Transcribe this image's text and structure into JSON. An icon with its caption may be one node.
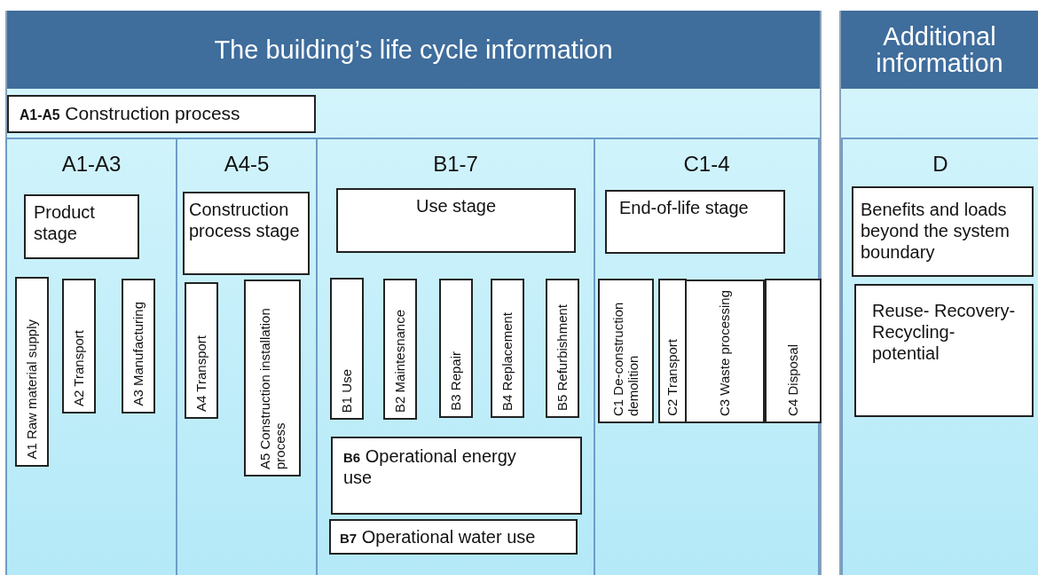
{
  "diagram": {
    "title": "The building’s life cycle information",
    "nodes": [
      {
        "text": [
          "**A1-A5** Construction process"
        ]
      },
      {
        "text": [
          "A1-A3"
        ]
      },
      {
        "text": [
          "Product stage"
        ],
        "in": 1
      },
      {
        "text": [
          "A1 Raw material supply"
        ],
        "in": 1
      },
      {
        "text": [
          "A2 Transport"
        ],
        "in": 1
      },
      {
        "text": [
          "A3 Manufacturing"
        ],
        "in": 1
      },
      {
        "text": [
          "A4-5"
        ]
      },
      {
        "text": [
          "Construction process stage"
        ],
        "in": 6
      },
      {
        "text": [
          "A4 Transport"
        ],
        "in": 6
      },
      {
        "text": [
          "A5 Construction installation process"
        ],
        "in": 6
      },
      {
        "text": [
          "B1-7"
        ]
      },
      {
        "text": [
          "Use stage"
        ],
        "in": 10
      },
      {
        "text": [
          "B1 Use"
        ],
        "in": 10
      },
      {
        "text": [
          "B2 Maintesnance"
        ],
        "in": 10
      },
      {
        "text": [
          "B3 Repair"
        ],
        "in": 10
      },
      {
        "text": [
          "B4 Replacement"
        ],
        "in": 10
      },
      {
        "text": [
          "B5 Refurbishment"
        ],
        "in": 10
      },
      {
        "text": [
          "**B6** Operational energy use"
        ],
        "in": 10
      },
      {
        "text": [
          "**B7** Operational water use"
        ],
        "in": 10
      },
      {
        "text": [
          "C1-4"
        ]
      },
      {
        "text": [
          "End-of-life stage"
        ],
        "in": 19
      },
      {
        "text": [
          "C1 De-construction demolition"
        ],
        "in": 19
      },
      {
        "text": [
          "C2 Transport"
        ],
        "in": 19
      },
      {
        "text": [
          "C3 Waste processing"
        ],
        "in": 19
      },
      {
        "text": [
          "C4 Disposal"
        ],
        "in": 19
      },
      {
        "text": [
          "D"
        ]
      },
      {
        "text": [
          "Benefits and loads beyond the system boundary"
        ],
        "in": 25
      },
      {
        "text": [
          "Reuse- Recovery- Recycling- potential"
        ],
        "in": 25
      }
    ],
    "labels": [
      "Additional information"
    ]
  }
}
